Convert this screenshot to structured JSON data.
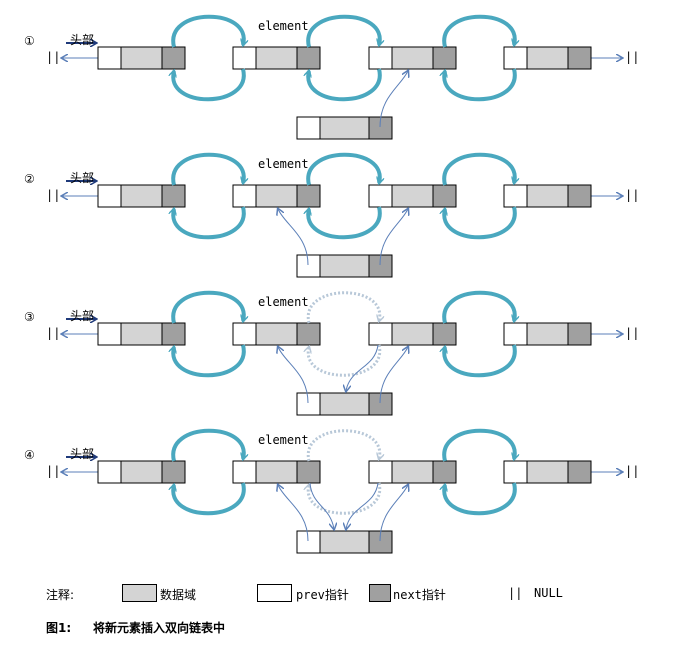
{
  "labels": {
    "head": "头部",
    "element": "element",
    "null_mark": "||"
  },
  "steps": [
    {
      "number": "①",
      "new_next_to_next": true,
      "new_prev_to_prev": false,
      "old_links_faded": false,
      "next_to_new": false,
      "prev_to_new": false
    },
    {
      "number": "②",
      "new_next_to_next": true,
      "new_prev_to_prev": true,
      "old_links_faded": false,
      "next_to_new": false,
      "prev_to_new": false
    },
    {
      "number": "③",
      "new_next_to_next": true,
      "new_prev_to_prev": true,
      "old_links_faded": true,
      "next_to_new": false,
      "prev_to_new": true
    },
    {
      "number": "④",
      "new_next_to_next": true,
      "new_prev_to_prev": true,
      "old_links_faded": true,
      "next_to_new": true,
      "prev_to_new": true
    }
  ],
  "legend": {
    "title": "注释:",
    "data_field": "数据域",
    "prev_pointer": "prev指针",
    "next_pointer": "next指针",
    "null_symbol": "||",
    "null_label": "NULL"
  },
  "caption": {
    "figure": "图1:",
    "text": "将新元素插入双向链表中"
  },
  "colors": {
    "data": "#d4d4d4",
    "next": "#a0a0a0",
    "prev": "#ffffff",
    "loop": "#4aa8bf",
    "pointer": "#5b7fb8",
    "head_arrow": "#1f3a7a"
  }
}
